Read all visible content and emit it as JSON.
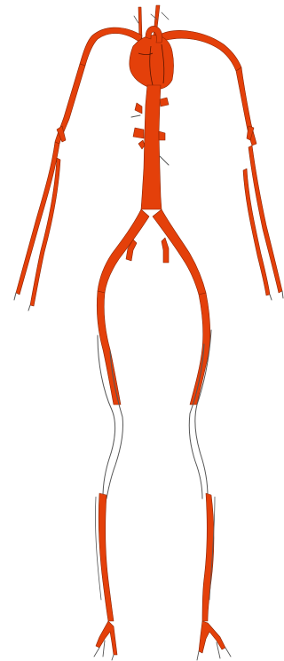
{
  "figure": {
    "kind": "arterial-system-illustration",
    "labels": []
  },
  "colors": {
    "background": "#ffffff",
    "artery_fill": "#e4400a",
    "artery_edge": "#8a2200",
    "vessel_outline": "#555555",
    "heart_detail": "#5a1500"
  },
  "parts": [
    "heart",
    "aortic-arch",
    "carotid-arteries",
    "subclavian-arteries",
    "brachial-arteries",
    "radial-arteries",
    "ulnar-arteries",
    "descending-aorta",
    "renal-branches",
    "common-iliac-arteries",
    "femoral-arteries",
    "popliteal-arteries",
    "tibial-arteries",
    "dorsal-foot-arteries"
  ]
}
